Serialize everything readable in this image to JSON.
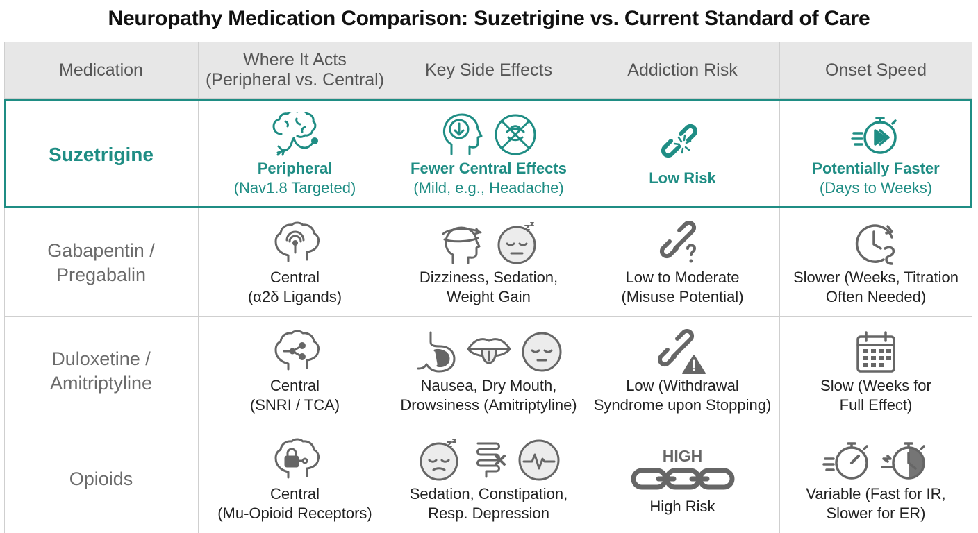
{
  "title": "Neuropathy Medication Comparison: Suzetrigine vs. Current Standard of Care",
  "colors": {
    "accent": "#1f8d84",
    "header_bg": "#e7e7e7",
    "icon_gray": "#666666"
  },
  "headers": [
    {
      "l1": "Medication",
      "l2": ""
    },
    {
      "l1": "Where It Acts",
      "l2": "(Peripheral vs. Central)"
    },
    {
      "l1": "Key Side Effects",
      "l2": ""
    },
    {
      "l1": "Addiction Risk",
      "l2": ""
    },
    {
      "l1": "Onset Speed",
      "l2": ""
    }
  ],
  "rows": [
    {
      "name_l1": "Suzetrigine",
      "name_l2": "",
      "site": {
        "l1": "Peripheral",
        "l2": "(Nav1.8 Targeted)",
        "icons": [
          "brain-nerve-icon"
        ]
      },
      "side_effects": {
        "l1": "Fewer Central Effects",
        "l2": "(Mild, e.g., Headache)",
        "icons": [
          "head-down-arrow-icon",
          "no-dizziness-icon"
        ]
      },
      "addiction": {
        "l1": "Low Risk",
        "l2": "",
        "icons": [
          "broken-chain-icon"
        ]
      },
      "onset": {
        "l1": "Potentially Faster",
        "l2": "(Days to Weeks)",
        "icons": [
          "fast-stopwatch-icon"
        ]
      }
    },
    {
      "name_l1": "Gabapentin /",
      "name_l2": "Pregabalin",
      "site": {
        "l1": "Central",
        "l2": "(α2δ Ligands)",
        "icons": [
          "brain-signal-icon"
        ]
      },
      "side_effects": {
        "l1": "Dizziness, Sedation,",
        "l2": "Weight Gain",
        "icons": [
          "dizzy-head-icon",
          "sleepy-face-icon"
        ]
      },
      "addiction": {
        "l1": "Low to Moderate",
        "l2": "(Misuse Potential)",
        "icons": [
          "chain-question-icon"
        ]
      },
      "onset": {
        "l1": "Slower (Weeks, Titration",
        "l2": "Often Needed)",
        "icons": [
          "slow-clock-icon"
        ]
      }
    },
    {
      "name_l1": "Duloxetine /",
      "name_l2": "Amitriptyline",
      "site": {
        "l1": "Central",
        "l2": "(SNRI / TCA)",
        "icons": [
          "brain-network-icon"
        ]
      },
      "side_effects": {
        "l1": "Nausea, Dry Mouth,",
        "l2": "Drowsiness (Amitriptyline)",
        "icons": [
          "stomach-icon",
          "mouth-icon",
          "tired-face-icon"
        ]
      },
      "addiction": {
        "l1": "Low (Withdrawal",
        "l2": "Syndrome upon Stopping)",
        "icons": [
          "chain-warning-icon"
        ]
      },
      "onset": {
        "l1": "Slow (Weeks for",
        "l2": "Full Effect)",
        "icons": [
          "calendar-icon"
        ]
      }
    },
    {
      "name_l1": "Opioids",
      "name_l2": "",
      "site": {
        "l1": "Central",
        "l2": "(Mu-Opioid Receptors)",
        "icons": [
          "brain-lock-icon"
        ]
      },
      "side_effects": {
        "l1": "Sedation, Constipation,",
        "l2": "Resp. Depression",
        "icons": [
          "sleepy-face-icon",
          "intestine-x-icon",
          "heartbeat-icon"
        ]
      },
      "addiction": {
        "l1": "High Risk",
        "l2": "",
        "badge": "HIGH",
        "icons": [
          "heavy-chain-icon"
        ]
      },
      "onset": {
        "l1": "Variable (Fast for IR,",
        "l2": "Slower for ER)",
        "icons": [
          "fast-stopwatch-icon",
          "rewind-stopwatch-icon"
        ]
      }
    }
  ]
}
